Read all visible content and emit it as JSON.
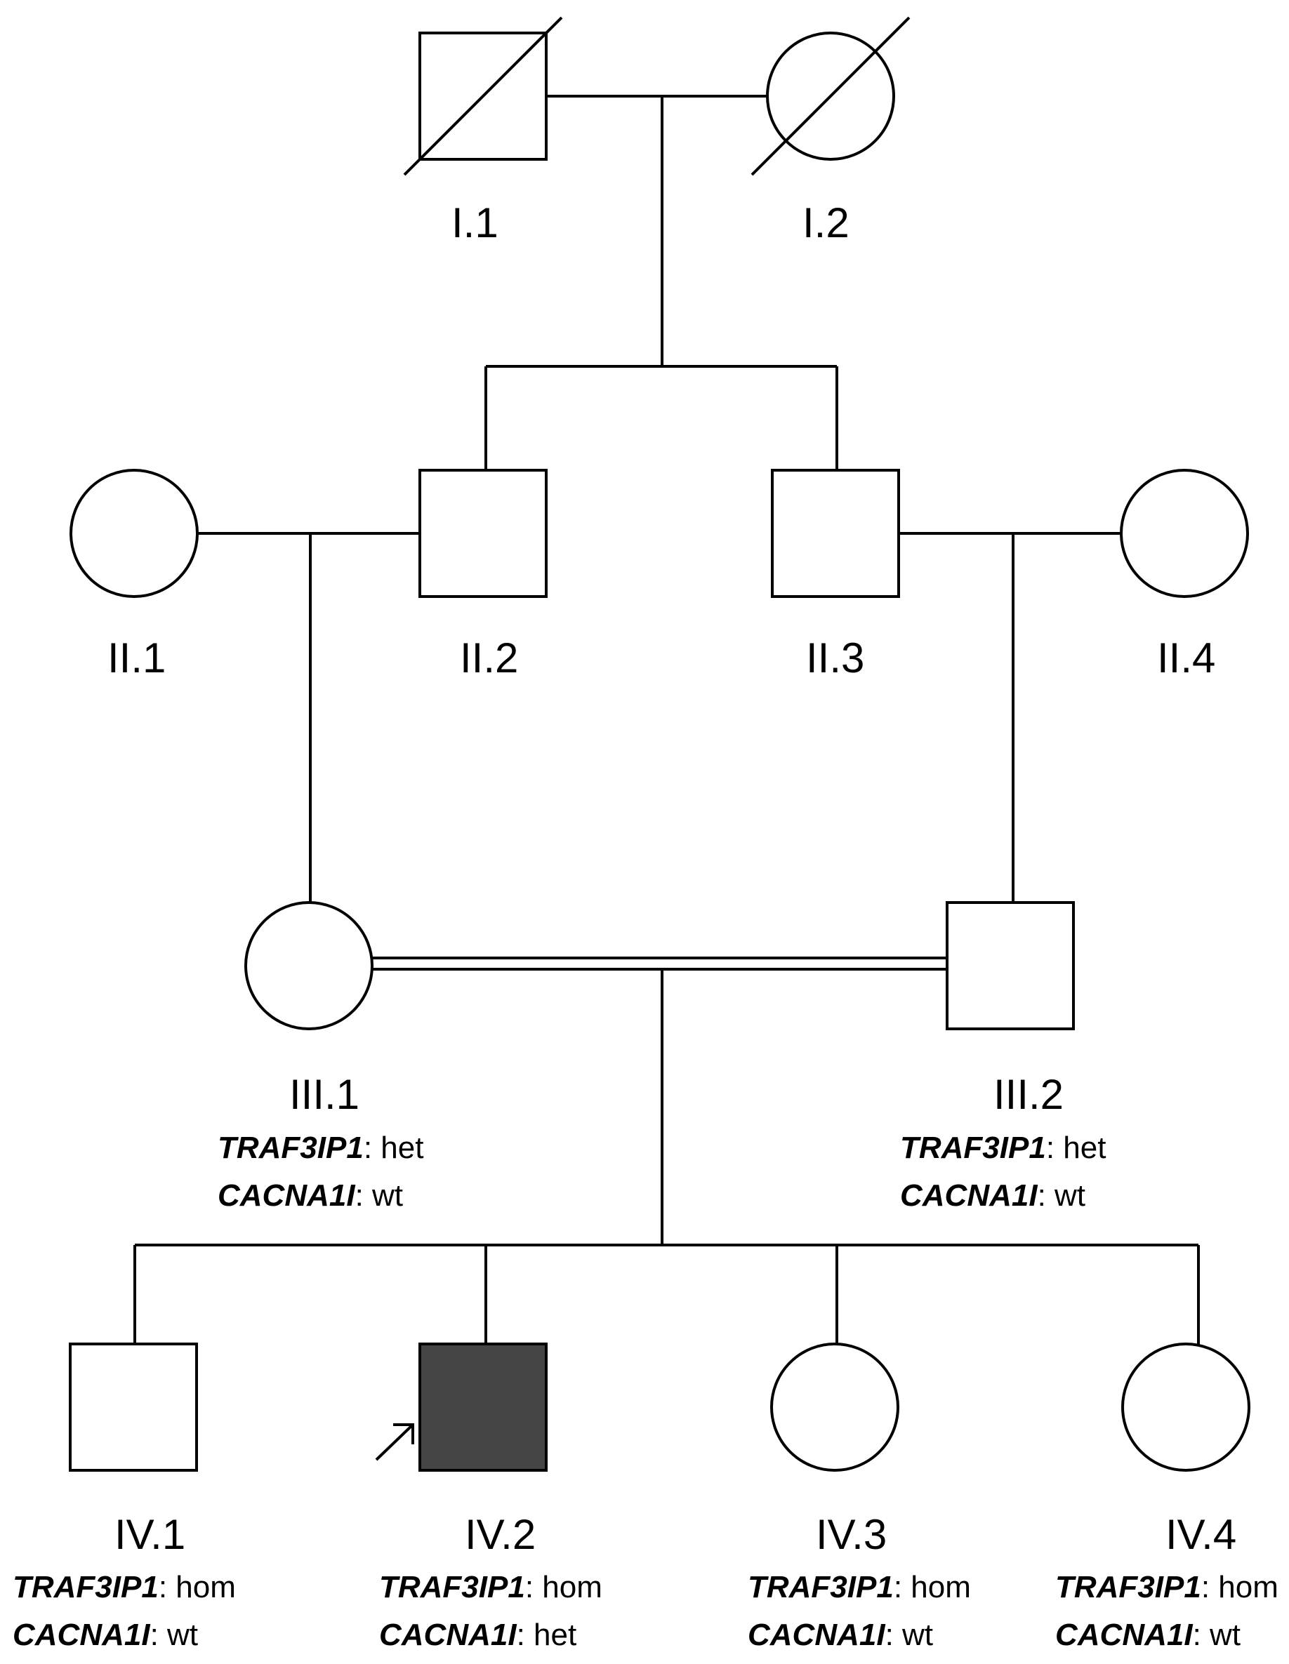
{
  "individuals": [
    {
      "id": "I.1",
      "sex": "male",
      "deceased": true,
      "affected": false
    },
    {
      "id": "I.2",
      "sex": "female",
      "deceased": true,
      "affected": false
    },
    {
      "id": "II.1",
      "sex": "female",
      "deceased": false,
      "affected": false
    },
    {
      "id": "II.2",
      "sex": "male",
      "deceased": false,
      "affected": false
    },
    {
      "id": "II.3",
      "sex": "male",
      "deceased": false,
      "affected": false
    },
    {
      "id": "II.4",
      "sex": "female",
      "deceased": false,
      "affected": false
    },
    {
      "id": "III.1",
      "sex": "female",
      "deceased": false,
      "affected": false,
      "genotypes": [
        {
          "gene": "TRAF3IP1",
          "status": "het"
        },
        {
          "gene": "CACNA1I",
          "status": "wt"
        }
      ]
    },
    {
      "id": "III.2",
      "sex": "male",
      "deceased": false,
      "affected": false,
      "genotypes": [
        {
          "gene": "TRAF3IP1",
          "status": "het"
        },
        {
          "gene": "CACNA1I",
          "status": "wt"
        }
      ]
    },
    {
      "id": "IV.1",
      "sex": "male",
      "deceased": false,
      "affected": false,
      "genotypes": [
        {
          "gene": "TRAF3IP1",
          "status": "hom"
        },
        {
          "gene": "CACNA1I",
          "status": "wt"
        }
      ]
    },
    {
      "id": "IV.2",
      "sex": "male",
      "deceased": false,
      "affected": true,
      "proband": true,
      "genotypes": [
        {
          "gene": "TRAF3IP1",
          "status": "hom"
        },
        {
          "gene": "CACNA1I",
          "status": "het"
        }
      ]
    },
    {
      "id": "IV.3",
      "sex": "female",
      "deceased": false,
      "affected": false,
      "genotypes": [
        {
          "gene": "TRAF3IP1",
          "status": "hom"
        },
        {
          "gene": "CACNA1I",
          "status": "wt"
        }
      ]
    },
    {
      "id": "IV.4",
      "sex": "female",
      "deceased": false,
      "affected": false,
      "genotypes": [
        {
          "gene": "TRAF3IP1",
          "status": "hom"
        },
        {
          "gene": "CACNA1I",
          "status": "wt"
        }
      ]
    }
  ],
  "colors": {
    "line": "#000000",
    "symbol_fill": "#ffffff",
    "affected_fill": "#454545"
  }
}
